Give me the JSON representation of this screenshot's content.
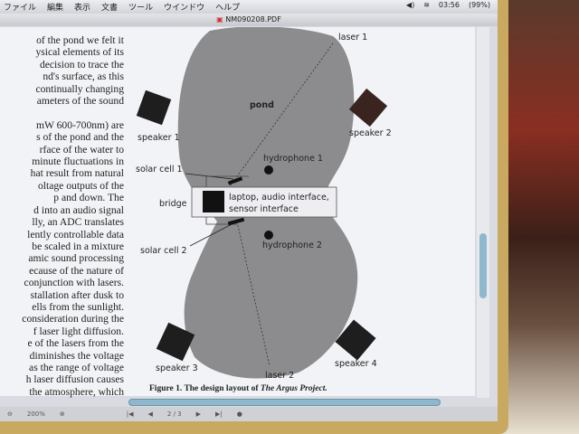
{
  "menubar": {
    "items": [
      "ファイル",
      "編集",
      "表示",
      "文書",
      "ツール",
      "ウインドウ",
      "ヘルプ"
    ],
    "clock": "03:56",
    "battery": "(99%)"
  },
  "window": {
    "title": "NM090208.PDF"
  },
  "body_text": [
    "of the pond we felt it",
    "ysical elements of its",
    "decision to trace the",
    "nd's surface, as this",
    "continually changing",
    "ameters of the sound",
    "",
    "mW 600-700nm) are",
    "s of the pond and the",
    "rface of the water to",
    "minute fluctuations in",
    "hat result from natural",
    "oltage outputs of the",
    "p and down. The",
    "d into an audio signal",
    "lly, an ADC translates",
    "lently controllable data",
    "be scaled in a mixture",
    "amic sound processing",
    "ecause of the nature of",
    "conjunction with lasers.",
    "stallation after dusk to",
    "ells from the sunlight.",
    "consideration during the",
    "f laser light diffusion.",
    "e of the lasers from the",
    "diminishes the voltage",
    "as the range of voltage",
    "h laser diffusion causes",
    "the atmosphere, which"
  ],
  "diagram": {
    "pond": "pond",
    "laser1": "laser 1",
    "laser2": "laser 2",
    "speaker1": "speaker 1",
    "speaker2": "speaker 2",
    "speaker3": "speaker 3",
    "speaker4": "speaker 4",
    "hydrophone1": "hydrophone 1",
    "hydrophone2": "hydrophone 2",
    "solar1": "solar cell 1",
    "solar2": "solar cell 2",
    "bridge": "bridge",
    "box1": "laptop, audio interface,",
    "box2": "sensor interface"
  },
  "caption": {
    "prefix": "Figure 1. The design layout of ",
    "title": "The Argus Project."
  },
  "toolbar": {
    "zoom": "200%",
    "page": "2 / 3"
  }
}
